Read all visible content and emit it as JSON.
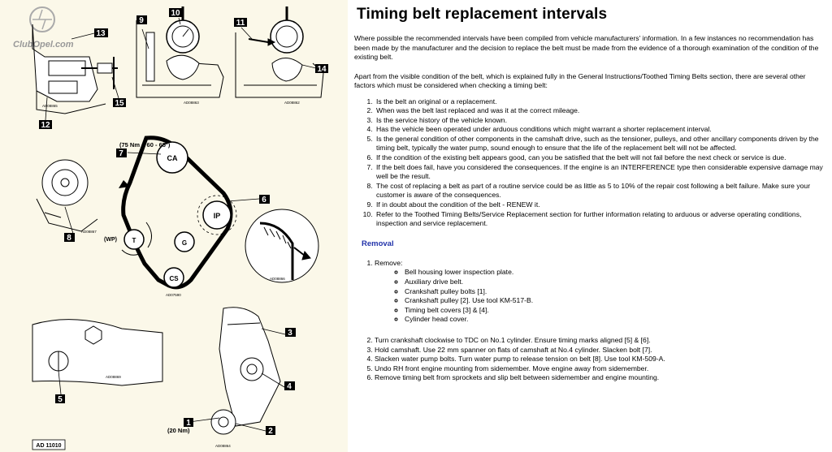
{
  "diagram": {
    "watermark": "ClubOpel.com",
    "callouts": [
      "1",
      "2",
      "3",
      "4",
      "5",
      "6",
      "7",
      "8",
      "9",
      "10",
      "11",
      "12",
      "13",
      "14",
      "15"
    ],
    "torque_top": "(75 Nm + 60 - 65°)",
    "torque_bottom": "(20 Nm)",
    "pulleys": {
      "ca": "CA",
      "ip": "IP",
      "t": "T",
      "g": "G",
      "cs": "CS"
    },
    "wp_label": "(WP)",
    "figure_codes": [
      "AD08863",
      "AD08862",
      "AD08865",
      "AD08867",
      "AD07590",
      "AD08866",
      "AD08868",
      "AD08869",
      "AD08864"
    ],
    "figure_id": "AD 11010"
  },
  "document": {
    "title": "Timing belt replacement intervals",
    "intro_1": "Where possible the recommended intervals have been compiled from vehicle manufacturers' information. In a few instances no recommendation has been made by the manufacturer and the decision to replace the belt must be made from the evidence of a thorough examination of the condition of the existing belt.",
    "intro_2": "Apart from the visible condition of the belt, which is explained fully in the General Instructions/Toothed Timing Belts section, there are several other factors which must be considered when checking a timing belt:",
    "checks": [
      "Is the belt an original or a replacement.",
      "When was the belt last replaced and was it at the correct mileage.",
      "Is the service history of the vehicle known.",
      "Has the vehicle been operated under arduous conditions which might warrant a shorter replacement interval.",
      "Is the general condition of other components in the camshaft drive, such as the tensioner, pulleys, and other ancillary components driven by the timing belt, typically the water pump, sound enough to ensure that the life of the replacement belt will not be affected.",
      "If the condition of the existing belt appears good, can you be satisfied that the belt will not fail before the next check or service is due.",
      "If the belt does fail, have you considered the consequences. If the engine is an INTERFERENCE type then considerable expensive damage may well be the result.",
      "The cost of replacing a belt as part of a routine service could be as little as 5 to 10% of the repair cost following a belt failure. Make sure your customer is aware of the consequences.",
      "If in doubt about the condition of the belt - RENEW it.",
      "Refer to the Toothed Timing Belts/Service Replacement section for further information relating to arduous or adverse operating conditions, inspection and service replacement."
    ],
    "removal_heading": "Removal",
    "remove_label": "Remove:",
    "remove_items": [
      "Bell housing lower inspection plate.",
      "Auxiliary drive belt.",
      "Crankshaft pulley bolts [1].",
      "Crankshaft pulley [2]. Use tool KM-517-B.",
      "Timing belt covers [3] & [4].",
      "Cylinder head cover."
    ],
    "steps": [
      "Turn crankshaft clockwise to TDC on No.1 cylinder. Ensure timing marks aligned [5] & [6].",
      "Hold camshaft. Use 22 mm spanner on flats of camshaft at No.4 cylinder. Slacken bolt [7].",
      "Slacken water pump bolts. Turn water pump to release tension on belt [8]. Use tool KM-509-A.",
      "Undo RH front engine mounting from sidemember. Move engine away from sidemember.",
      "Remove timing belt from sprockets and slip belt between sidemember and engine mounting."
    ]
  }
}
